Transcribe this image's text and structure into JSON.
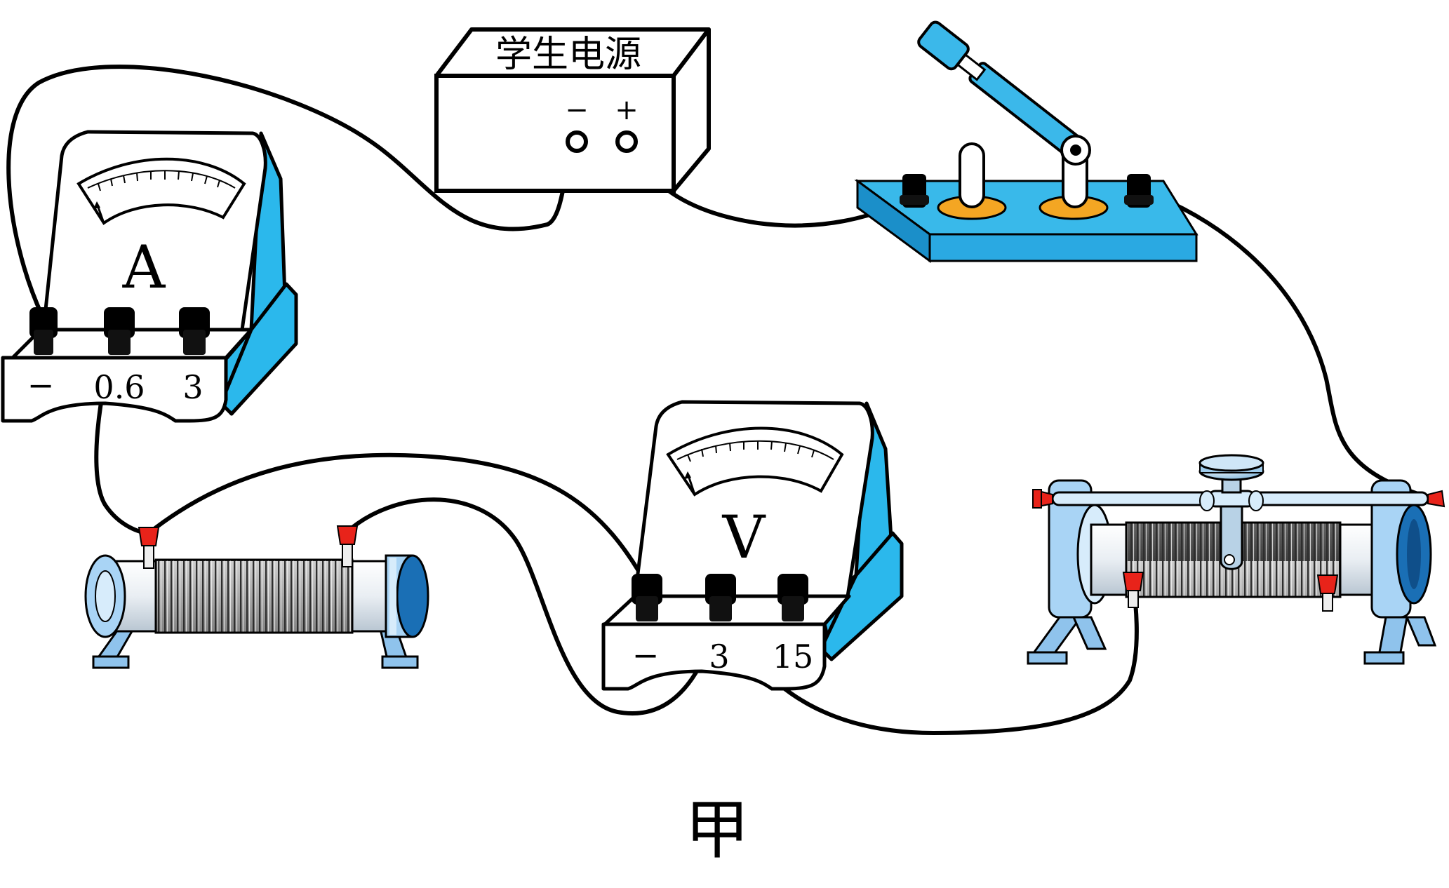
{
  "power_supply": {
    "label": "学生电源",
    "neg": "−",
    "pos": "+"
  },
  "ammeter": {
    "symbol": "A",
    "terminals": [
      "−",
      "0.6",
      "3"
    ]
  },
  "voltmeter": {
    "symbol": "V",
    "terminals": [
      "−",
      "3",
      "15"
    ]
  },
  "caption": "甲",
  "colors": {
    "blue": "#2bb8ec",
    "dark_blue": "#1a6fb5",
    "light_blue": "#a9d4f5",
    "red": "#e8231a",
    "orange": "#f5a623",
    "coil": "#777777",
    "wire": "#000000"
  }
}
